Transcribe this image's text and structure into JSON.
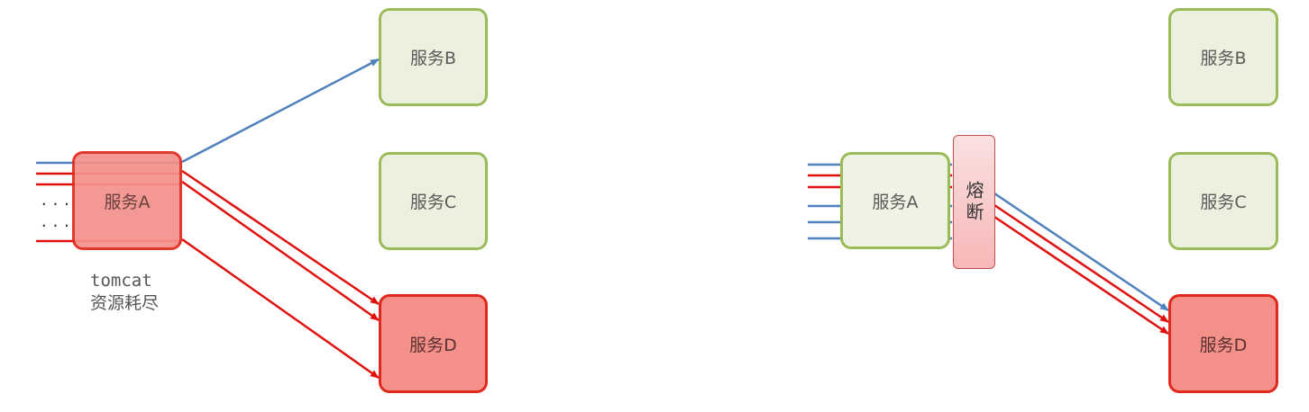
{
  "left": {
    "service_a": "服务A",
    "service_b": "服务B",
    "service_c": "服务C",
    "service_d": "服务D",
    "caption_line1": "tomcat",
    "caption_line2": "资源耗尽",
    "ellipsis1": "...",
    "ellipsis2": "..."
  },
  "right": {
    "service_a": "服务A",
    "service_b": "服务B",
    "service_c": "服务C",
    "service_d": "服务D",
    "fuse_label": "熔断"
  },
  "colors": {
    "blue_arrow": "#4f81bd",
    "red_arrow": "#e0100e",
    "green_border": "#9bbb59",
    "red_border": "#e0291c"
  }
}
